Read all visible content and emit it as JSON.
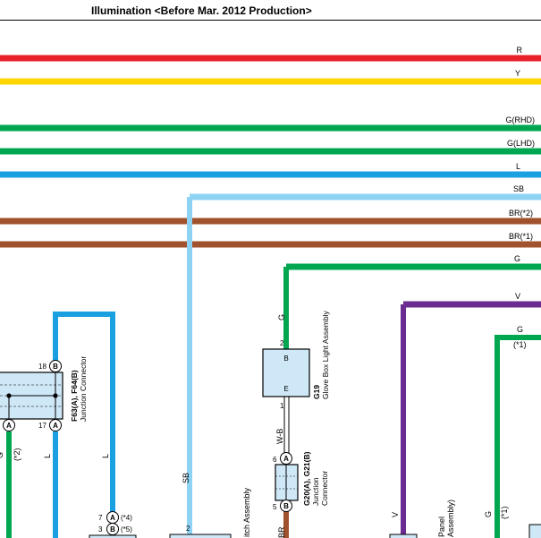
{
  "title": "Illumination <Before Mar. 2012 Production>",
  "colors": {
    "red": "#e8202a",
    "yellow": "#ffd500",
    "green": "#00a650",
    "blue": "#1aa0e0",
    "sky": "#8fd3f4",
    "brown": "#a0522d",
    "violet": "#6b2c91",
    "junction_fill": "#cfe8f7"
  },
  "bus_wires": [
    {
      "label": "R",
      "color": "red"
    },
    {
      "label": "Y",
      "color": "yellow"
    },
    {
      "label": "G(RHD)",
      "color": "green"
    },
    {
      "label": "G(LHD)",
      "color": "green"
    },
    {
      "label": "L",
      "color": "blue"
    },
    {
      "label": "SB",
      "color": "sky"
    },
    {
      "label": "BR(*2)",
      "color": "brown"
    },
    {
      "label": "BR(*1)",
      "color": "brown"
    },
    {
      "label": "G",
      "color": "green"
    },
    {
      "label": "V",
      "color": "violet"
    },
    {
      "label": "G",
      "color": "green"
    }
  ],
  "connectors": {
    "f63": {
      "code": "F63(A), F64(B)",
      "name": "Junction Connector",
      "pin_top": "18",
      "pin_top_letter": "B",
      "pin_bottom": "17",
      "pin_bottom_letter": "A",
      "pin_left_letter": "A",
      "left_note": "(*2)",
      "left_wire": "G"
    },
    "g19": {
      "code": "G19",
      "name": "Glove Box Light Assembly",
      "pin_b": "B",
      "pin_e": "E",
      "pin_top": "2",
      "pin_bottom": "1",
      "wire_in": "G",
      "wire_out": "W-B"
    },
    "g20": {
      "code": "G20(A), G21(B)",
      "name": "Junction Connector",
      "pin_top": "6",
      "pin_top_letter": "A",
      "pin_bottom": "5",
      "pin_bottom_letter": "B",
      "wire_out": "BR"
    }
  },
  "left_wire_label": "L",
  "loop_wire_label": "L",
  "pin7": {
    "num": "7",
    "letter": "A",
    "note": "(*4)"
  },
  "pin3": {
    "num": "3",
    "letter": "B",
    "note": "(*5)"
  },
  "sb_wire_label": "SB",
  "sb_pin": "2",
  "switch_assembly_label": "itch Assembly",
  "panel_label_1": "Panel",
  "panel_label_2": "Assembly)",
  "v_wire_label": "V",
  "g_wire_label": "G",
  "g_top_label": "G",
  "g_top_note": "(*1)",
  "g_lower_note": "(*1)"
}
